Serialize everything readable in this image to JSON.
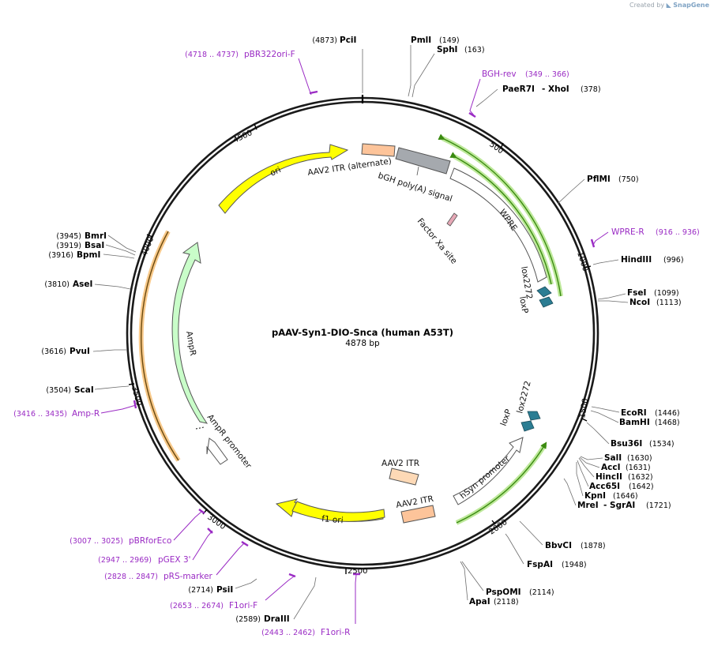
{
  "credit": {
    "prefix": "Created by",
    "brand": "SnapGene"
  },
  "plasmid": {
    "name": "pAAV-Syn1-DIO-Snca (human A53T)",
    "length_label": "4878 bp"
  },
  "ticks": [
    "500",
    "1000",
    "1500",
    "2000",
    "2500",
    "3000",
    "3500",
    "4000",
    "4500"
  ],
  "sites": [
    {
      "name": "PciI",
      "pos": "(4873)"
    },
    {
      "name": "PmlI",
      "pos": "(149)"
    },
    {
      "name": "SphI",
      "pos": "(163)"
    },
    {
      "name": "PaeR7I",
      "pos": ""
    },
    {
      "name": "- XhoI",
      "pos": "(378)"
    },
    {
      "name": "PflMI",
      "pos": "(750)"
    },
    {
      "name": "HindIII",
      "pos": "(996)"
    },
    {
      "name": "FseI",
      "pos": "(1099)"
    },
    {
      "name": "NcoI",
      "pos": "(1113)"
    },
    {
      "name": "EcoRI",
      "pos": "(1446)"
    },
    {
      "name": "BamHI",
      "pos": "(1468)"
    },
    {
      "name": "Bsu36I",
      "pos": "(1534)"
    },
    {
      "name": "SalI",
      "pos": "(1630)"
    },
    {
      "name": "AccI",
      "pos": "(1631)"
    },
    {
      "name": "HincII",
      "pos": "(1632)"
    },
    {
      "name": "Acc65I",
      "pos": "(1642)"
    },
    {
      "name": "KpnI",
      "pos": "(1646)"
    },
    {
      "name": "MreI",
      "pos": ""
    },
    {
      "name": "- SgrAI",
      "pos": "(1721)"
    },
    {
      "name": "BbvCI",
      "pos": "(1878)"
    },
    {
      "name": "FspAI",
      "pos": "(1948)"
    },
    {
      "name": "PspOMI",
      "pos": "(2114)"
    },
    {
      "name": "ApaI",
      "pos": "(2118)"
    },
    {
      "name": "DraIII",
      "pos": "(2589)"
    },
    {
      "name": "PsiI",
      "pos": "(2714)"
    },
    {
      "name": "ScaI",
      "pos": "(3504)"
    },
    {
      "name": "PvuI",
      "pos": "(3616)"
    },
    {
      "name": "AseI",
      "pos": "(3810)"
    },
    {
      "name": "BpmI",
      "pos": "(3916)"
    },
    {
      "name": "BsaI",
      "pos": "(3919)"
    },
    {
      "name": "BmrI",
      "pos": "(3945)"
    }
  ],
  "primers": [
    {
      "name": "pBR322ori-F",
      "range": "(4718 .. 4737)"
    },
    {
      "name": "BGH-rev",
      "range": "(349 .. 366)"
    },
    {
      "name": "WPRE-R",
      "range": "(916 .. 936)"
    },
    {
      "name": "Amp-R",
      "range": "(3416 .. 3435)"
    },
    {
      "name": "pBRforEco",
      "range": "(3007 .. 3025)"
    },
    {
      "name": "pGEX 3'",
      "range": "(2947 .. 2969)"
    },
    {
      "name": "pRS-marker",
      "range": "(2828 .. 2847)"
    },
    {
      "name": "F1ori-F",
      "range": "(2653 .. 2674)"
    },
    {
      "name": "F1ori-R",
      "range": "(2443 .. 2462)"
    }
  ],
  "features": [
    {
      "name": "ori",
      "color": "#ffff00"
    },
    {
      "name": "AAV2 ITR (alternate)",
      "color": "#fdc49a"
    },
    {
      "name": "bGH poly(A) signal",
      "color": "#a5a9ae"
    },
    {
      "name": "WPRE",
      "color": "#ffffff"
    },
    {
      "name": "Factor Xa site",
      "color": "#e6a8b6"
    },
    {
      "name": "lox2272",
      "color": "#2b7d93"
    },
    {
      "name": "loxP",
      "color": "#2b7d93"
    },
    {
      "name": "AmpR",
      "color": "#c9fdc9"
    },
    {
      "name": "AmpR promoter",
      "color": "#ffffff"
    },
    {
      "name": "loxP",
      "color": "#2b7d93"
    },
    {
      "name": "lox2272",
      "color": "#2b7d93"
    },
    {
      "name": "hSyn promoter",
      "color": "#ffffff"
    },
    {
      "name": "AAV2 ITR",
      "color": "#fdd9b6"
    },
    {
      "name": "AAV2 ITR",
      "color": "#fdc49a"
    },
    {
      "name": "f1 ori",
      "color": "#ffff00"
    }
  ],
  "colors": {
    "primer": "#9a2bc4",
    "orf_highlight": "#4a9a1a",
    "outline": "#222222"
  }
}
